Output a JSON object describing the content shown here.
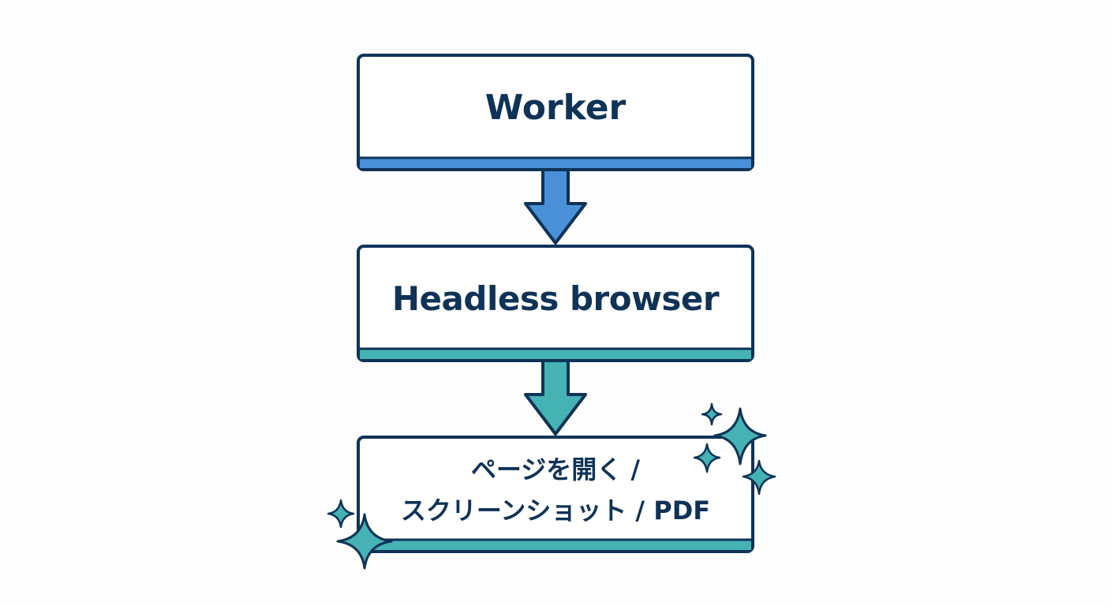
{
  "diagram": {
    "steps": [
      {
        "label": "Worker",
        "accent": "#4a90d9"
      },
      {
        "label": "Headless browser",
        "accent": "#45b3b3"
      },
      {
        "label_lines": [
          "ページを開く /",
          "スクリーンショット / PDF"
        ],
        "accent": "#45b3b3"
      }
    ],
    "arrows": [
      {
        "from": "Worker",
        "to": "Headless browser",
        "color": "#4a90d9"
      },
      {
        "from": "Headless browser",
        "to": "ページを開く / スクリーンショット / PDF",
        "color": "#45b3b3"
      }
    ],
    "colors": {
      "outline": "#0f3357",
      "text": "#0f3357",
      "box_fill": "#ffffff",
      "sparkle": "#45b3b3",
      "background": "#fdfdfd"
    }
  }
}
